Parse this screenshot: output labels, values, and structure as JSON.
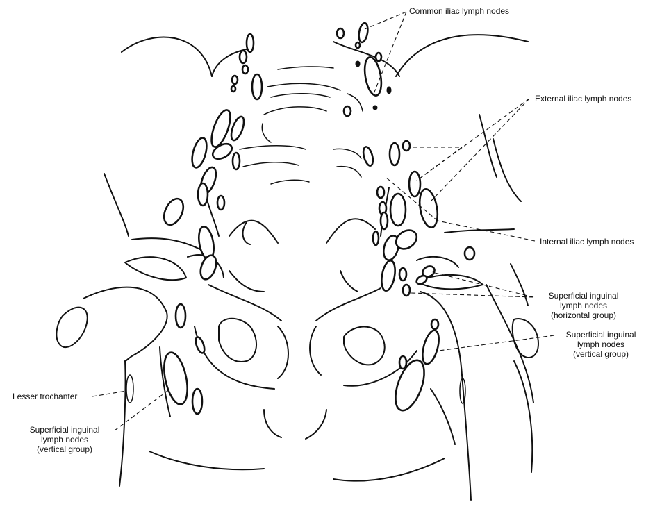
{
  "labels": {
    "common_iliac": "Common iliac lymph nodes",
    "external_iliac": "External iliac lymph nodes",
    "internal_iliac": "Internal iliac lymph nodes",
    "sup_inguinal_horizontal": [
      "Superficial inguinal",
      "lymph nodes",
      "(horizontal group)"
    ],
    "sup_inguinal_vertical_right": [
      "Superficial inguinal",
      "lymph nodes",
      "(vertical group)"
    ],
    "lesser_trochanter": "Lesser trochanter",
    "sup_inguinal_vertical_left": [
      "Superficial inguinal",
      "lymph nodes",
      "(vertical group)"
    ]
  },
  "colors": {
    "ink": "#111111",
    "paper": "#ffffff"
  }
}
